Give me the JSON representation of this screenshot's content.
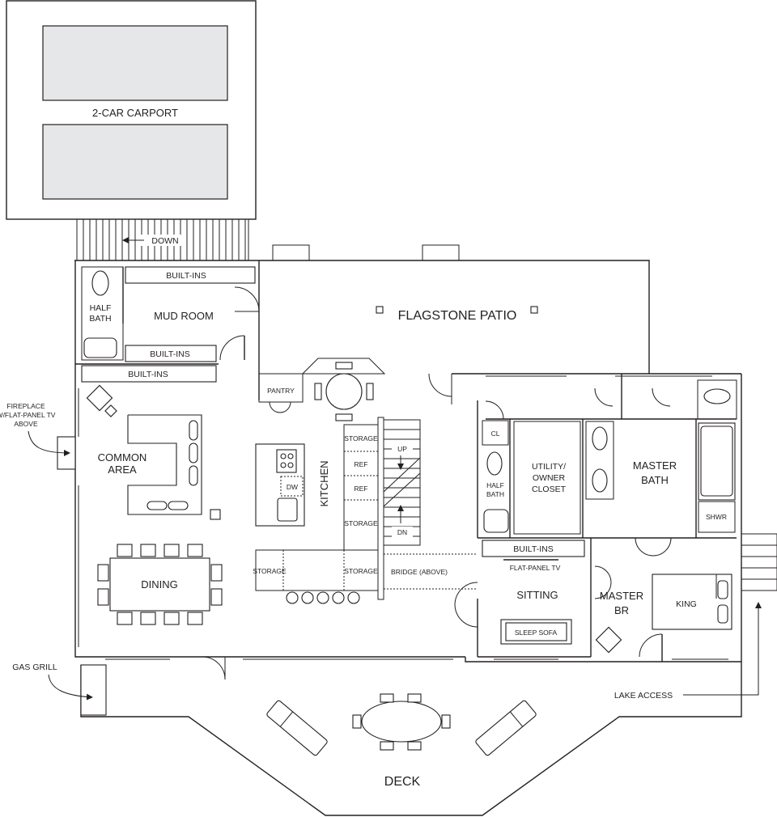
{
  "rooms": {
    "carport": "2-CAR CARPORT",
    "down": "DOWN",
    "built_ins_top": "BUILT-INS",
    "half_bath": [
      "HALF",
      "BATH"
    ],
    "mud_room": "MUD ROOM",
    "flagstone_patio": "FLAGSTONE PATIO",
    "built_ins_mid": "BUILT-INS",
    "built_ins_low": "BUILT-INS",
    "pantry": "PANTRY",
    "fireplace_note": [
      "FIREPLACE",
      "W/FLAT-PANEL TV",
      "ABOVE"
    ],
    "common_area": [
      "COMMON",
      "AREA"
    ],
    "kitchen": "KITCHEN",
    "dw": "DW",
    "storage_1": "STORAGE",
    "ref_1": "REF",
    "ref_2": "REF",
    "storage_2": "STORAGE",
    "up": "UP",
    "dn": "DN",
    "cl": "CL",
    "half_bath_2": [
      "HALF",
      "BATH"
    ],
    "utility": [
      "UTILITY/",
      "OWNER",
      "CLOSET"
    ],
    "master_bath": [
      "MASTER",
      "BATH"
    ],
    "shwr": "SHWR",
    "storage_counter_left": "STORAGE",
    "storage_counter_right": "STORAGE",
    "bridge": "BRIDGE (ABOVE)",
    "built_ins_sitting": "BUILT-INS",
    "flat_panel_tv": "FLAT-PANEL TV",
    "sitting": "SITTING",
    "sleep_sofa": "SLEEP SOFA",
    "master_br": [
      "MASTER",
      "BR"
    ],
    "king": "KING",
    "dining": "DINING",
    "gas_grill": "GAS GRILL",
    "lake_access": "LAKE ACCESS",
    "deck": "DECK"
  }
}
